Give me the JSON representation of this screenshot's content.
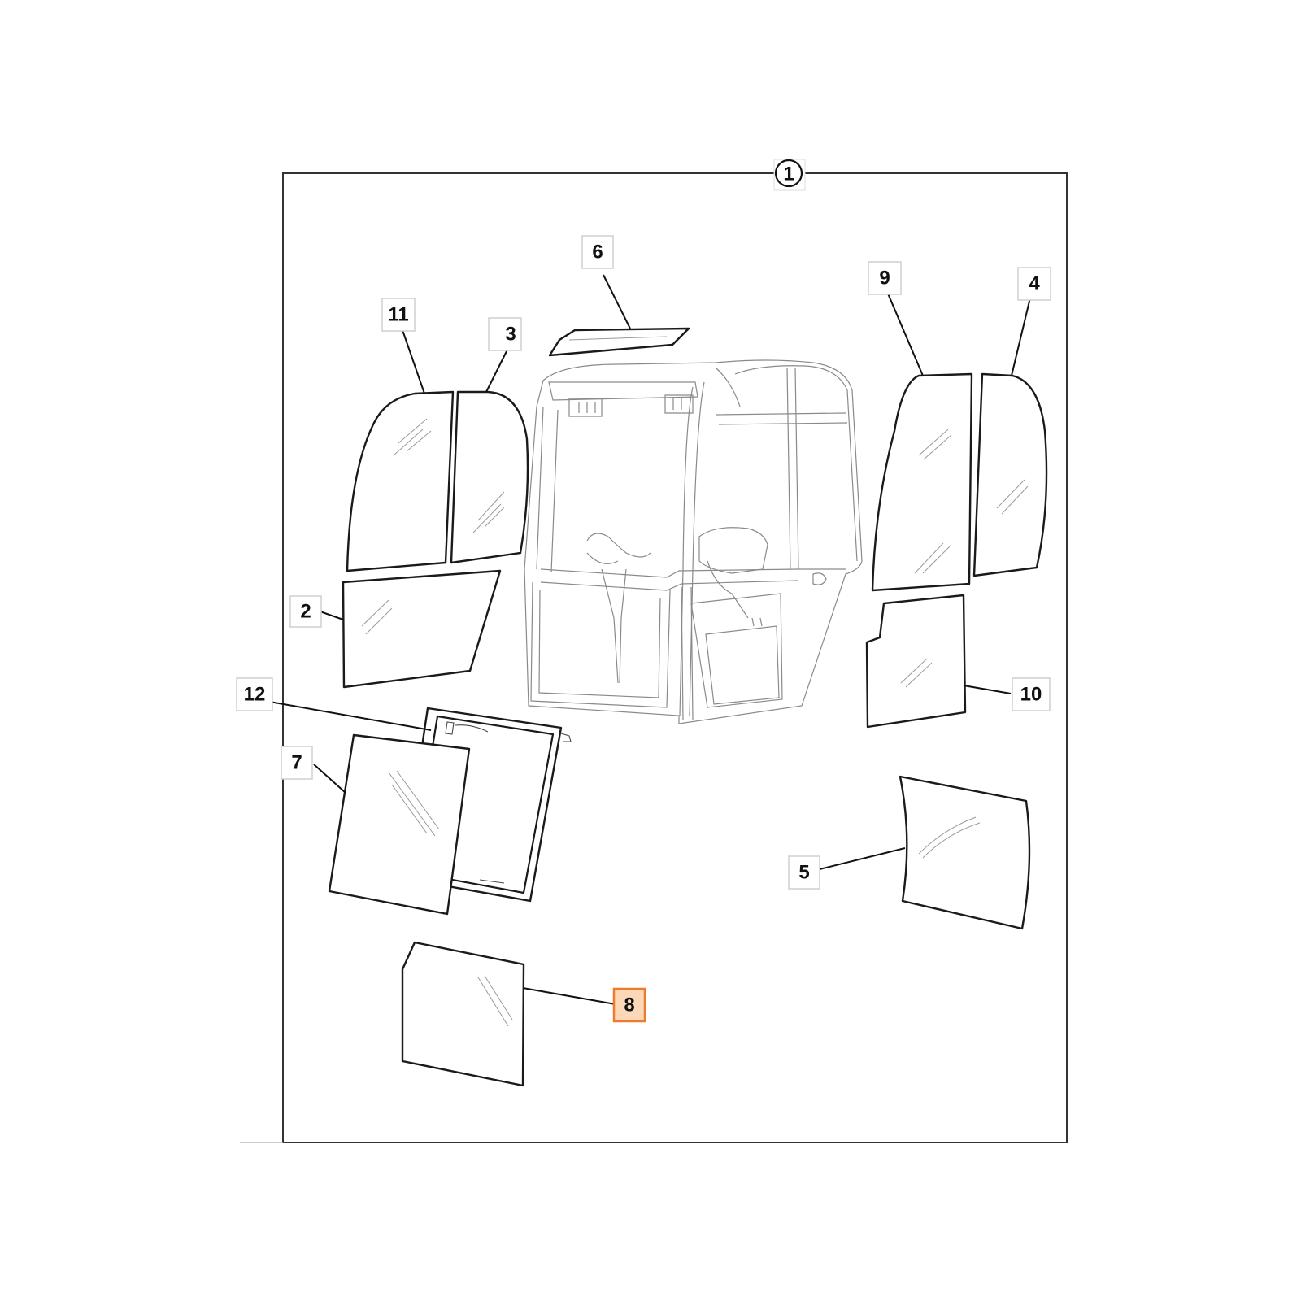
{
  "assembly": {
    "label": "1"
  },
  "callouts": [
    {
      "id": "c6",
      "label": "6"
    },
    {
      "id": "c11",
      "label": "11"
    },
    {
      "id": "c3",
      "label": "3"
    },
    {
      "id": "c9",
      "label": "9"
    },
    {
      "id": "c4",
      "label": "4"
    },
    {
      "id": "c2",
      "label": "2"
    },
    {
      "id": "c10",
      "label": "10"
    },
    {
      "id": "c12",
      "label": "12"
    },
    {
      "id": "c7",
      "label": "7"
    },
    {
      "id": "c5",
      "label": "5"
    },
    {
      "id": "c8",
      "label": "8",
      "highlighted": true
    }
  ],
  "colors": {
    "highlight_fill": "#fcd7b8",
    "highlight_border": "#ef7a2c",
    "line": "#1a1a1a"
  }
}
